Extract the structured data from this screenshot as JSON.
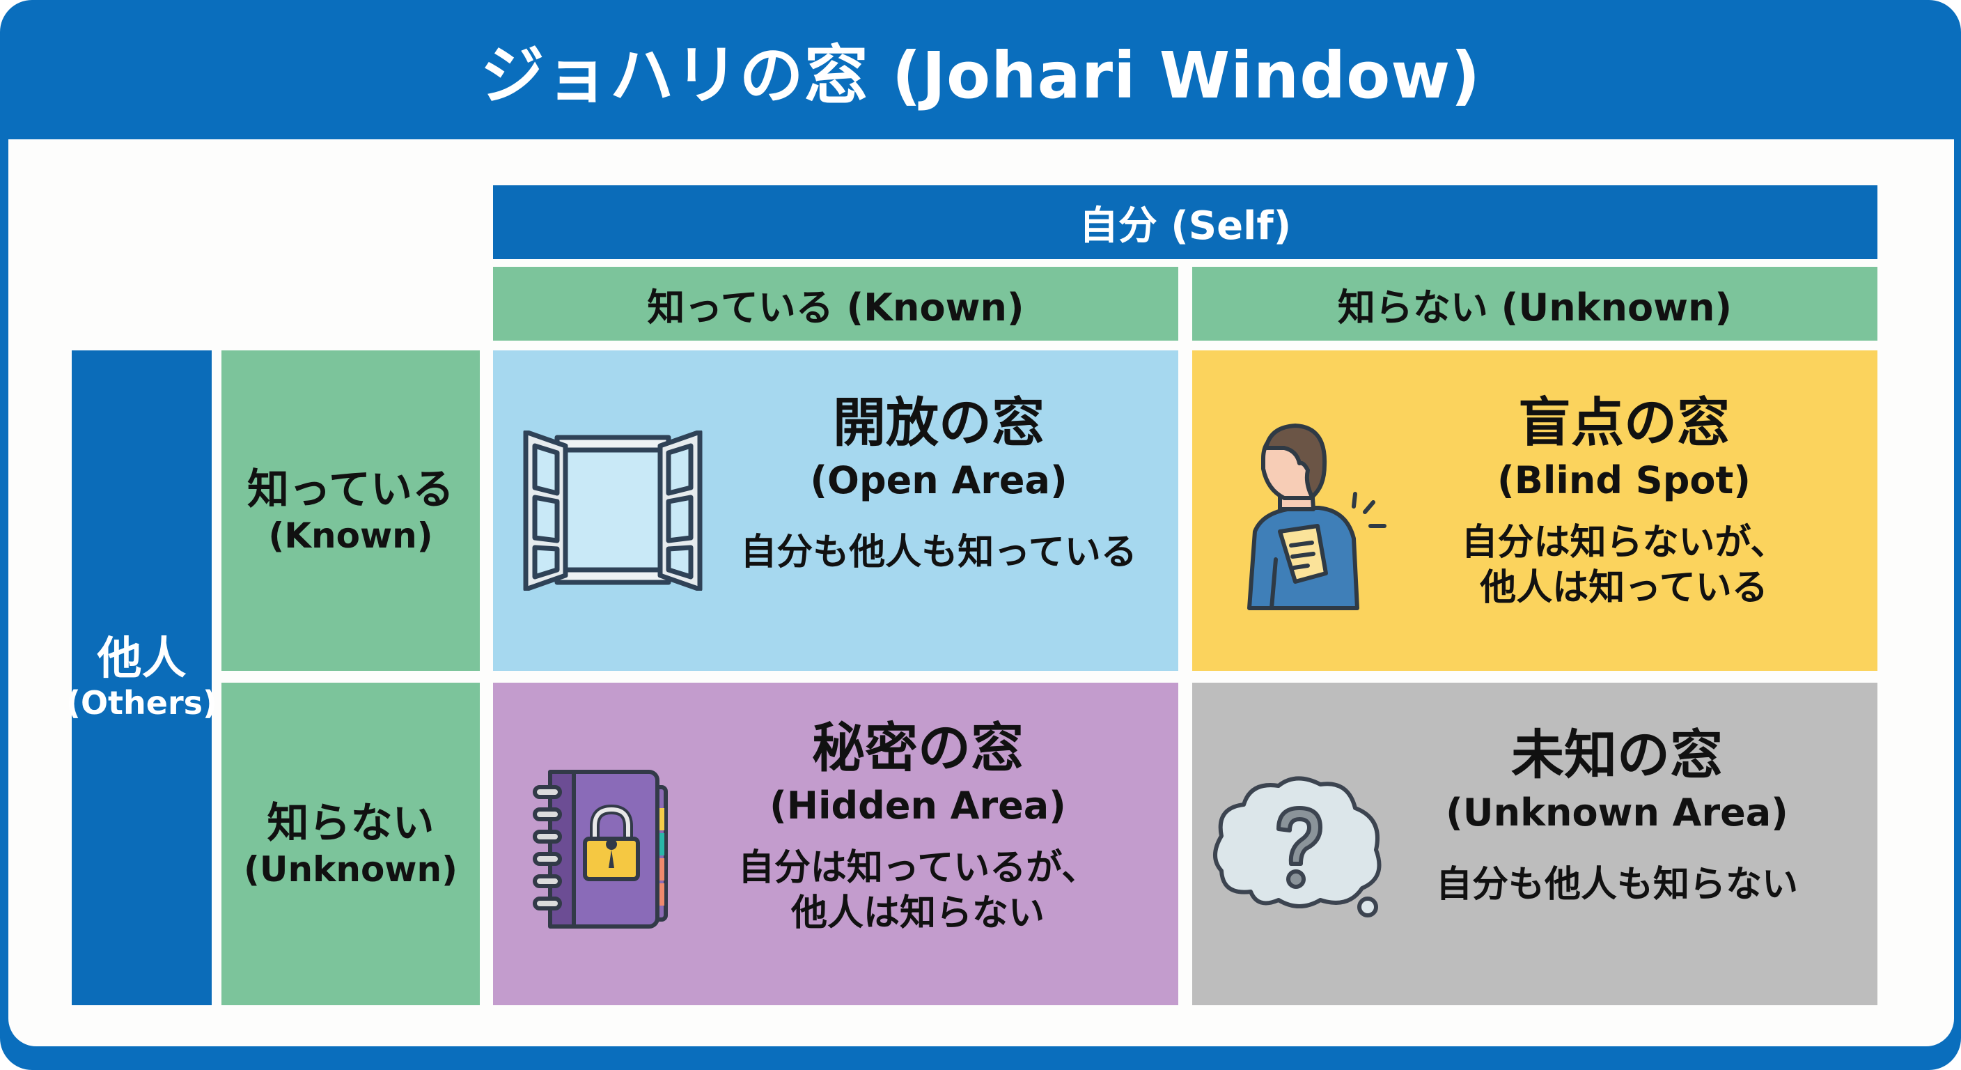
{
  "title": "ジョハリの窓 (Johari Window)",
  "header": {
    "self_label": "自分 (Self)",
    "columns": [
      {
        "label": "知っている (Known)"
      },
      {
        "label": "知らない (Unknown)"
      }
    ]
  },
  "side": {
    "others_jp": "他人",
    "others_en": "(Others)",
    "rows": [
      {
        "jp": "知っている",
        "en": "(Known)"
      },
      {
        "jp": "知らない",
        "en": "(Unknown)"
      }
    ]
  },
  "quadrants": [
    {
      "title_jp": "開放の窓",
      "title_en": "(Open Area)",
      "desc_1": "自分も他人も知っている",
      "desc_2": "",
      "icon": "open-window-icon",
      "color": "#a6d8ef"
    },
    {
      "title_jp": "盲点の窓",
      "title_en": "(Blind Spot)",
      "desc_1": "自分は知らないが、",
      "desc_2": "他人は知っている",
      "icon": "person-with-note-icon",
      "color": "#fbd35d"
    },
    {
      "title_jp": "秘密の窓",
      "title_en": "(Hidden Area)",
      "desc_1": "自分は知っているが、",
      "desc_2": "他人は知らない",
      "icon": "locked-notebook-icon",
      "color": "#c39ccd"
    },
    {
      "title_jp": "未知の窓",
      "title_en": "(Unknown Area)",
      "desc_1": "自分も他人も知らない",
      "desc_2": "",
      "icon": "question-cloud-icon",
      "color": "#bdbdbd"
    }
  ],
  "colors": {
    "brand_blue": "#0a6ebd",
    "header_green": "#7cc49b",
    "open": "#a6d8ef",
    "blind": "#fbd35d",
    "hidden": "#c39ccd",
    "unknown": "#bdbdbd"
  }
}
